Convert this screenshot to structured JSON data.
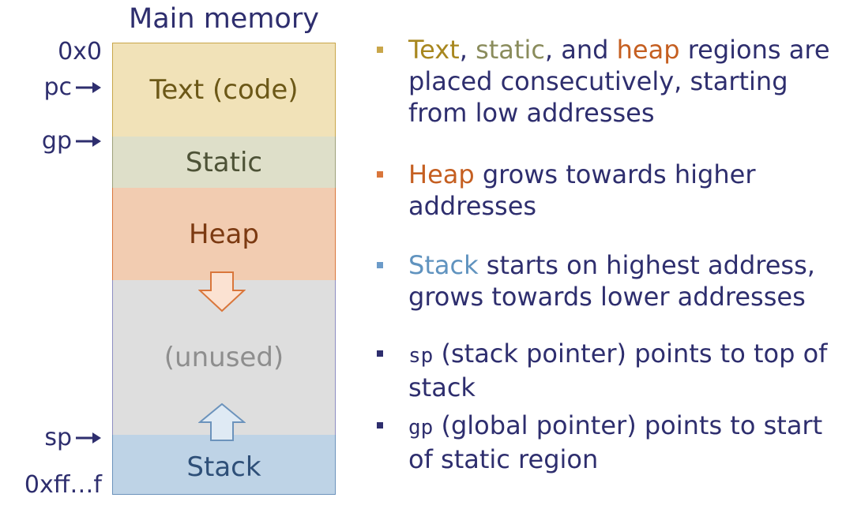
{
  "diagram": {
    "title": "Main memory",
    "addr_low": "0x0",
    "addr_high": "0xff…f",
    "pointers": {
      "pc": "pc",
      "gp": "gp",
      "sp": "sp"
    },
    "regions": {
      "text": "Text (code)",
      "static": "Static",
      "heap": "Heap",
      "unused": "(unused)",
      "stack": "Stack"
    }
  },
  "bullets": {
    "b1": {
      "text_kw": "Text",
      "sep1": ", ",
      "static_kw": "static",
      "sep2": ", and ",
      "heap_kw": "heap",
      "rest": " regions are placed consecutively, starting from low addresses"
    },
    "b2": {
      "heap_kw": "Heap",
      "rest": " grows towards higher addresses"
    },
    "b3": {
      "stack_kw": "Stack",
      "rest": " starts on highest address, grows towards lower addresses"
    },
    "b4": {
      "code": "sp",
      "rest": " (stack pointer) points to top of stack"
    },
    "b5": {
      "code": "gp",
      "rest": " (global pointer) points to start of static region"
    }
  },
  "colors": {
    "text_region": "#f1e2b8",
    "static_region": "#dedfc9",
    "heap_region": "#f2ccb1",
    "unused_region": "#dedede",
    "stack_region": "#bed3e6",
    "main_text": "#2e2e6e",
    "marker_text": "#c9a64a",
    "marker_heap": "#d9763b",
    "marker_stack": "#6c9bc9",
    "marker_default": "#2e2e6e"
  }
}
